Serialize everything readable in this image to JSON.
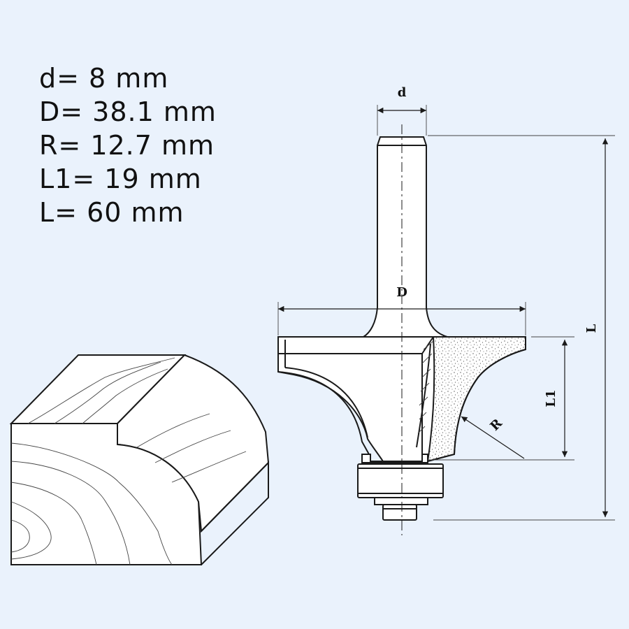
{
  "specs": [
    {
      "name": "d",
      "text": "d= 8 mm"
    },
    {
      "name": "D",
      "text": "D= 38.1 mm"
    },
    {
      "name": "R",
      "text": "R= 12.7 mm"
    },
    {
      "name": "L1",
      "text": "L1= 19 mm"
    },
    {
      "name": "L",
      "text": "L= 60 mm"
    }
  ],
  "dimension_labels": {
    "shank_diameter": "d",
    "cutter_diameter": "D",
    "radius": "R",
    "cutting_length": "L1",
    "overall_length": "L"
  },
  "colors": {
    "background": "#eaf2fc",
    "line": "#1a1a1a"
  }
}
